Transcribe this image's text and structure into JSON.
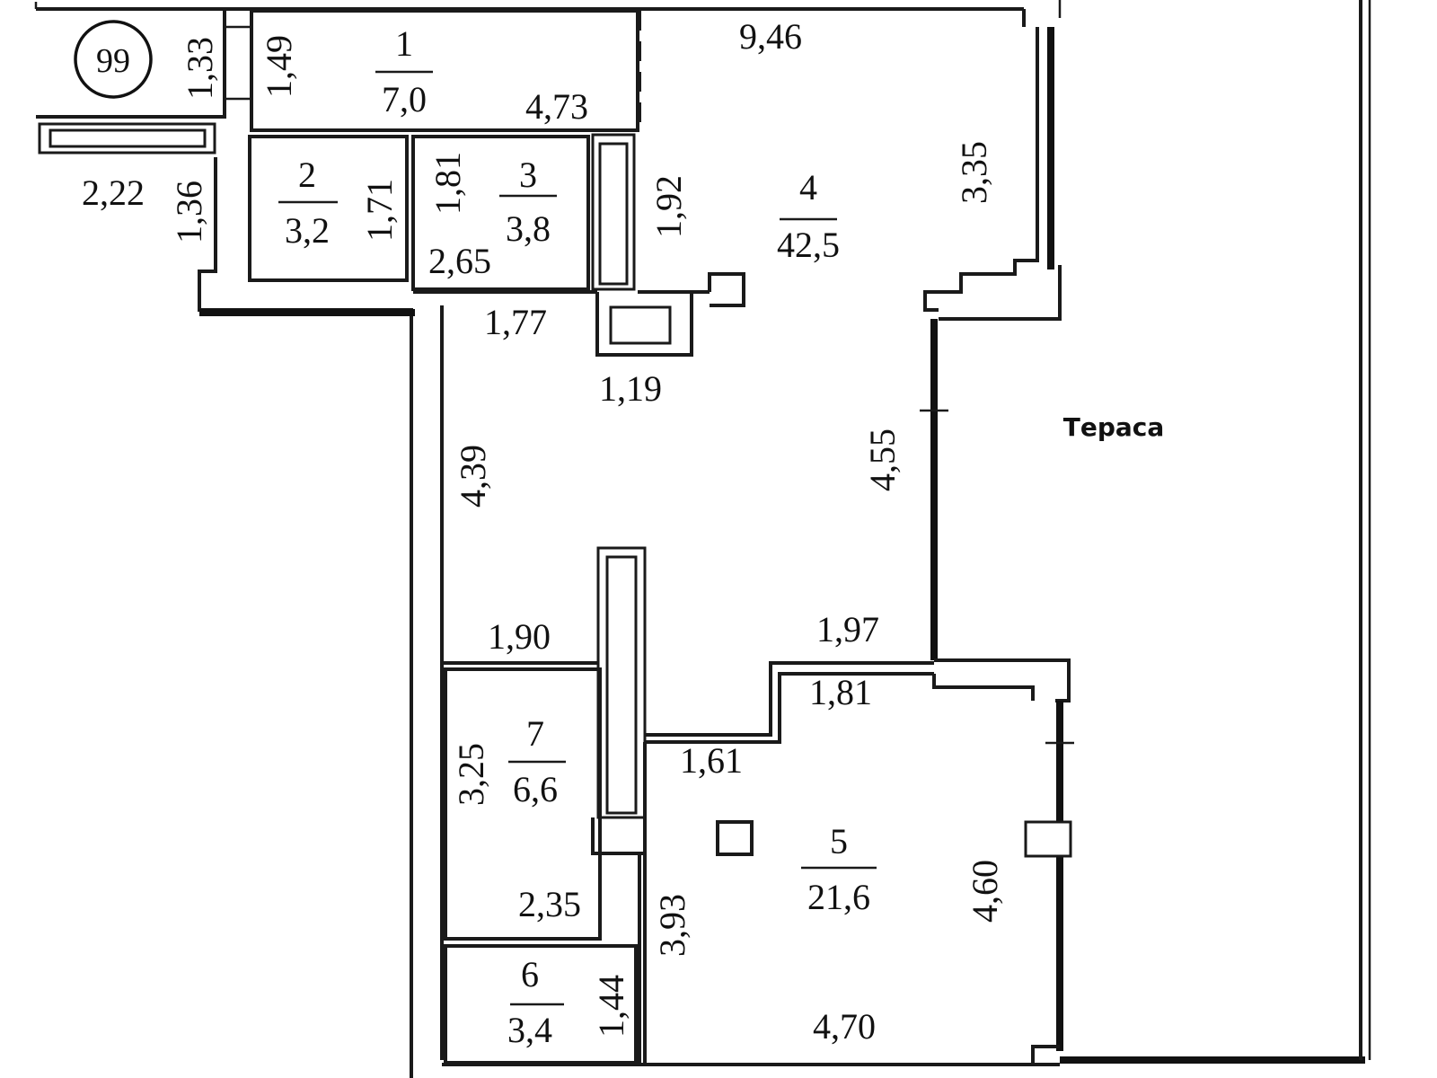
{
  "apartment_number": "99",
  "terrace_label": "Тераса",
  "rooms": [
    {
      "number": "1",
      "area": "7,0"
    },
    {
      "number": "2",
      "area": "3,2"
    },
    {
      "number": "3",
      "area": "3,8"
    },
    {
      "number": "4",
      "area": "42,5"
    },
    {
      "number": "5",
      "area": "21,6"
    },
    {
      "number": "6",
      "area": "3,4"
    },
    {
      "number": "7",
      "area": "6,6"
    }
  ],
  "dimensions": {
    "d_1_33": "1,33",
    "d_1_49": "1,49",
    "d_4_73": "4,73",
    "d_9_46": "9,46",
    "d_3_35": "3,35",
    "d_2_22": "2,22",
    "d_1_36": "1,36",
    "d_1_71": "1,71",
    "d_1_81_top": "1,81",
    "d_2_65": "2,65",
    "d_1_92": "1,92",
    "d_1_77": "1,77",
    "d_1_19": "1,19",
    "d_4_39": "4,39",
    "d_4_55": "4,55",
    "d_1_90": "1,90",
    "d_1_97": "1,97",
    "d_1_81_bottom": "1,81",
    "d_1_61": "1,61",
    "d_3_25": "3,25",
    "d_2_35": "2,35",
    "d_3_93": "3,93",
    "d_4_60": "4,60",
    "d_1_44": "1,44",
    "d_4_70": "4,70"
  }
}
